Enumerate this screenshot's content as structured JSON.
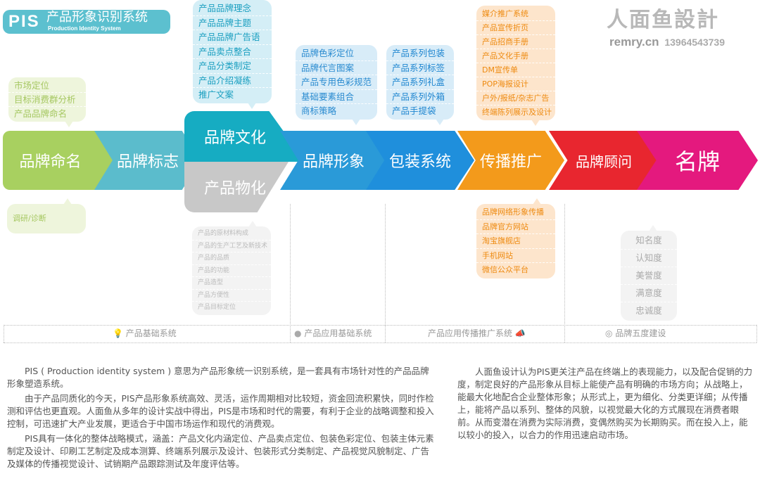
{
  "header": {
    "pis": "PIS",
    "title_cn": "产品形象识别系统",
    "title_en": "Production Identity System"
  },
  "logo": {
    "name_cn": "人面鱼設計",
    "site": "remry.cn",
    "phone": "13964543739"
  },
  "colors": {
    "green": "#a8d060",
    "teal": "#5bbccc",
    "culture": "#16acc2",
    "gray": "#c8c8c8",
    "blue": "#2a9ad8",
    "blue2": "#1f8fdc",
    "orange": "#f39a1b",
    "red": "#e8262f",
    "magenta": "#e4197e"
  },
  "chevrons": [
    {
      "label": "品牌命名"
    },
    {
      "label": "品牌标志"
    },
    {
      "label": "品牌文化"
    },
    {
      "label": "产品物化"
    },
    {
      "label": "品牌形象"
    },
    {
      "label": "包装系统"
    },
    {
      "label": "传播推广"
    },
    {
      "label": "品牌顾问"
    },
    {
      "label": "名牌"
    }
  ],
  "bubbles": {
    "naming": [
      "市场定位",
      "目标消费群分析",
      "产品品牌命名"
    ],
    "research": [
      "调研/诊断"
    ],
    "culture": [
      "产品品牌理念",
      "产品品牌主题",
      "产品品牌广告语",
      "产品卖点整合",
      "产品分类制定",
      "产品介绍凝练",
      "推广文案"
    ],
    "material": [
      "产品的原材料构成",
      "产品的生产工艺及新技术",
      "产品的品质",
      "产品的功能",
      "产品造型",
      "产品方便性",
      "产品目标定位"
    ],
    "image": [
      "品牌色彩定位",
      "品牌代言图案",
      "产品专用色彩规范",
      "基础要素组合",
      "商标策略"
    ],
    "package": [
      "产品系列包装",
      "产品系列标签",
      "产品系列礼盒",
      "产品系列外箱",
      "产品手提袋"
    ],
    "media": [
      "媒介推广系统",
      "产品宣传折页",
      "产品招商手册",
      "产品文化手册",
      "DM宣传单",
      "POP海报设计",
      "户外/报纸/杂志广告",
      "终端陈列展示及设计"
    ],
    "online": [
      "品牌网络形象传播",
      "品牌官方网站",
      "淘宝旗舰店",
      "手机网站",
      "微信公众平台"
    ],
    "five": [
      "知名度",
      "认知度",
      "美誉度",
      "满意度",
      "忠诚度"
    ]
  },
  "bands": [
    {
      "label": "产品基础系统",
      "icon": "lightbulb-icon"
    },
    {
      "label": "产品应用基础系统",
      "icon": "head-icon"
    },
    {
      "label": "产品应用传播推广系统",
      "icon": "megaphone-icon"
    },
    {
      "label": "品牌五度建设",
      "icon": "target-icon"
    }
  ],
  "text": {
    "p1": "PIS ( Production identity system ) 意思为产品形象统一识别系统，是一套具有市场针对性的产品品牌形象塑造系统。",
    "p2": "由于产品同质化的今天，PIS产品形象系统高效、灵活，运作周期相对比较短，资金回流积累快，同时作检测和评估也更直观。人面鱼从多年的设计实战中得出，PIS是市场和时代的需要，有利于企业的战略调整和投入控制，可迅速扩大产业发展，更适合于中国市场运作和现代的消费观。",
    "p3": "PIS具有一体化的整体战略模式，涵盖：产品文化内涵定位、产品卖点定位、包装色彩定位、包装主体元素制定及设计、印刷工艺制定及成本测算、终端系列展示及设计、包装形式分类制定、产品视觉风貌制定、广告及媒体的传播视觉设计、试销期产品跟踪测试及年度评估等。",
    "p4": "人面鱼设计认为PIS更关注产品在终端上的表现能力，以及配合促销的力度，制定良好的产品形象从目标上能使产品有明确的市场方向；从战略上，能最大化地配合企业整体形象；从形式上，更为细化、分类更详细；从传播上，能将产品以系列、整体的风貌，以视觉最大化的方式展现在消费者眼前。从而变潜在消费为实际消费，变偶然购买为长期购买。而在投入上，能以较小的投入，以合力的作用迅速启动市场。"
  }
}
